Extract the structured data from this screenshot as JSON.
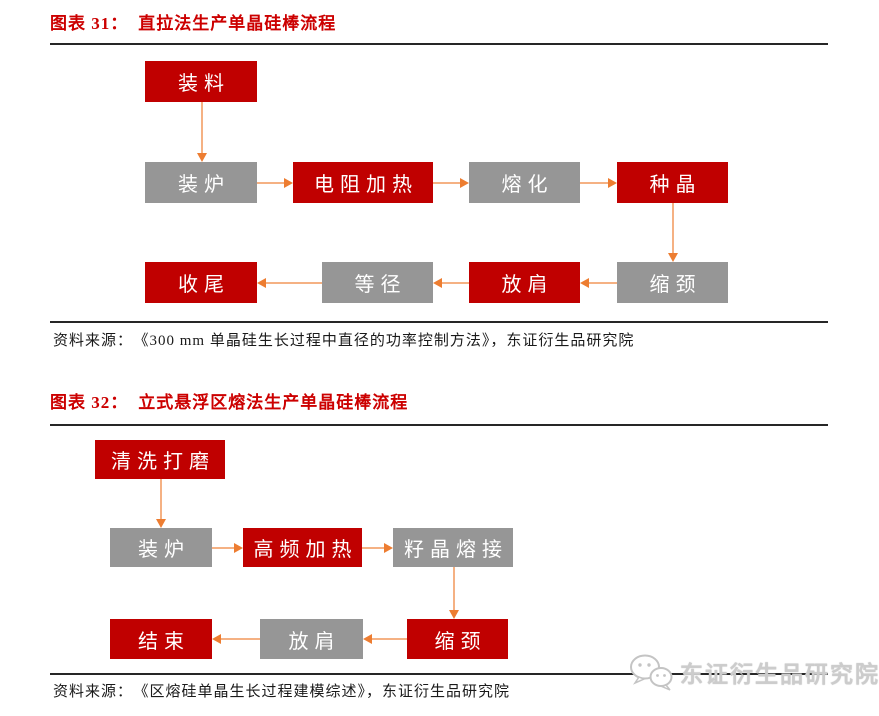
{
  "colors": {
    "title_red": "#cc0000",
    "node_red": "#c00000",
    "node_gray": "#969696",
    "arrow_head": "#ed7d31",
    "arrow_shaft": "#f5b183",
    "rule": "#262626",
    "watermark_gray": "#cccccc",
    "node_text": "#ffffff"
  },
  "figures": [
    {
      "title_label": "图表 31：",
      "title_text": "直拉法生产单晶硅棒流程",
      "source_label": "资料来源：",
      "source_text": "《300 mm 单晶硅生长过程中直径的功率控制方法》，东证衍生品研究院",
      "nodes": [
        {
          "label": "装料",
          "type": "red"
        },
        {
          "label": "装炉",
          "type": "gray"
        },
        {
          "label": "电阻加热",
          "type": "red"
        },
        {
          "label": "熔化",
          "type": "gray"
        },
        {
          "label": "种晶",
          "type": "red"
        },
        {
          "label": "收尾",
          "type": "red"
        },
        {
          "label": "等径",
          "type": "gray"
        },
        {
          "label": "放肩",
          "type": "red"
        },
        {
          "label": "缩颈",
          "type": "gray"
        }
      ],
      "edges": [
        "装料→装炉",
        "装炉→电阻加热",
        "电阻加热→熔化",
        "熔化→种晶",
        "种晶→缩颈",
        "缩颈→放肩",
        "放肩→等径",
        "等径→收尾"
      ]
    },
    {
      "title_label": "图表 32：",
      "title_text": "立式悬浮区熔法生产单晶硅棒流程",
      "source_label": "资料来源：",
      "source_text": "《区熔硅单晶生长过程建模综述》，东证衍生品研究院",
      "nodes": [
        {
          "label": "清洗打磨",
          "type": "red"
        },
        {
          "label": "装炉",
          "type": "gray"
        },
        {
          "label": "高频加热",
          "type": "red"
        },
        {
          "label": "籽晶熔接",
          "type": "gray"
        },
        {
          "label": "结束",
          "type": "red"
        },
        {
          "label": "放肩",
          "type": "gray"
        },
        {
          "label": "缩颈",
          "type": "red"
        }
      ],
      "edges": [
        "清洗打磨→装炉",
        "装炉→高频加热",
        "高频加热→籽晶熔接",
        "籽晶熔接→缩颈",
        "缩颈→放肩",
        "放肩→结束"
      ]
    }
  ],
  "watermark": {
    "icon": "wechat-icon",
    "text": "东证衍生品研究院"
  }
}
